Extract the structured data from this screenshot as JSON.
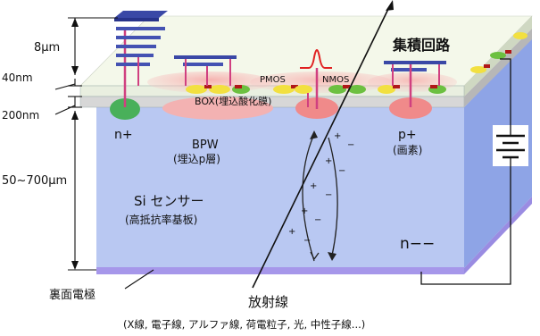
{
  "labels": {
    "dim_top": "8μm",
    "dim_40": "40nm",
    "dim_200": "200nm",
    "dim_main": "50~700μm",
    "circuit": "集積回路",
    "pmos": "PMOS",
    "nmos": "NMOS",
    "box": "BOX(埋込酸化膜)",
    "nplus": "n+",
    "bpw_1": "BPW",
    "bpw_2": "(埋込p層)",
    "pplus_1": "p+",
    "pplus_2": "(画素)",
    "sensor_1": "Si センサー",
    "sensor_2": "(高抵抗率基板)",
    "nminus": "n−−",
    "backside": "裏面電極",
    "radiation": "放射線",
    "radiation_types": "(X線, 電子線, アルファ線, 荷電粒子, 光, 中性子線...)"
  },
  "carriers": {
    "plus": "+",
    "minus": "−"
  },
  "colors": {
    "substrate": "#b8c8f0",
    "substrate_side": "#8fa6e8",
    "box": "#dcdcdc",
    "circuit_layer": "#eef4e0",
    "electrode": "#9b8be0",
    "metal": "#3c4aa8",
    "via": "#d04080",
    "implant_green": "#49b05a",
    "implant_pink": "#f08080",
    "signal_red": "#e02020"
  }
}
